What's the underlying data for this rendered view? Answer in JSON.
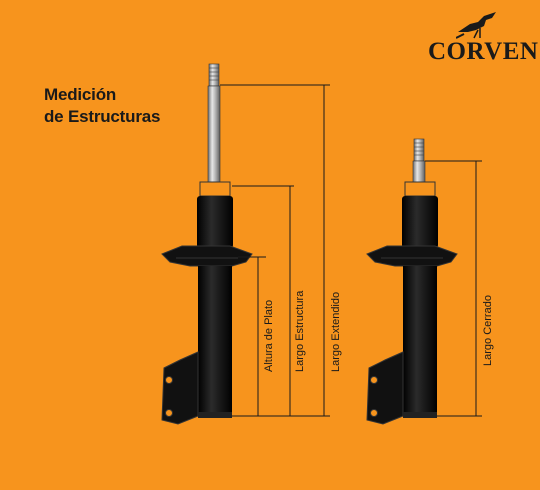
{
  "title": {
    "line1": "Medición",
    "line2": "de Estructuras"
  },
  "brand": {
    "name": "CORVEN",
    "icon": "roadrunner-bird-icon"
  },
  "labels": {
    "plate_height": "Altura de Plato",
    "structure_length": "Largo Estructura",
    "extended_length": "Largo Extendido",
    "closed_length": "Largo Cerrado"
  },
  "colors": {
    "background": "#F7941D",
    "strut_body": "#111111",
    "rod": "#9a9a9a",
    "collar": "#F7941D",
    "lines": "#1a1a1a"
  }
}
